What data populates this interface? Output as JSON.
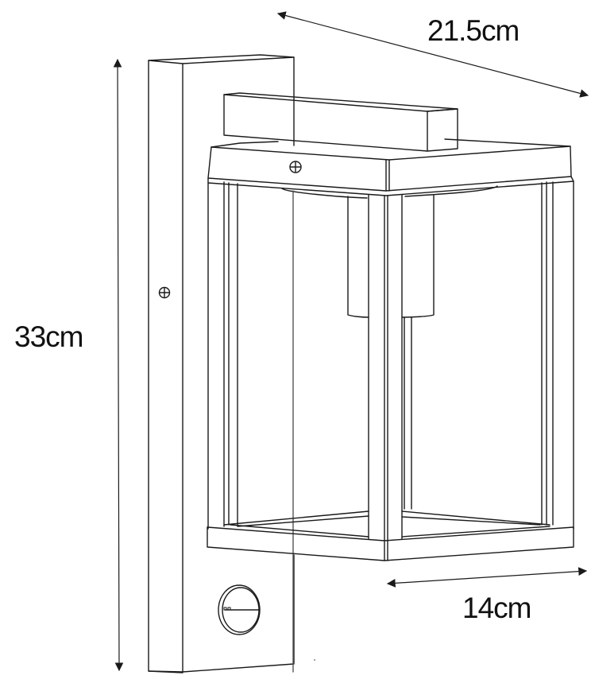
{
  "diagram": {
    "subject": "outdoor wall lantern with motion sensor",
    "line_color": "#1a1a1a",
    "background": "#ffffff",
    "dimensions": {
      "depth": {
        "label": "21.5cm"
      },
      "height": {
        "label": "33cm"
      },
      "width": {
        "label": "14cm"
      }
    },
    "parts": [
      "wall-plate",
      "mounting-arm",
      "lantern-top-cap",
      "glass-panels",
      "frame-posts",
      "lamp-holder",
      "bottom-frame",
      "motion-sensor",
      "screws"
    ]
  }
}
